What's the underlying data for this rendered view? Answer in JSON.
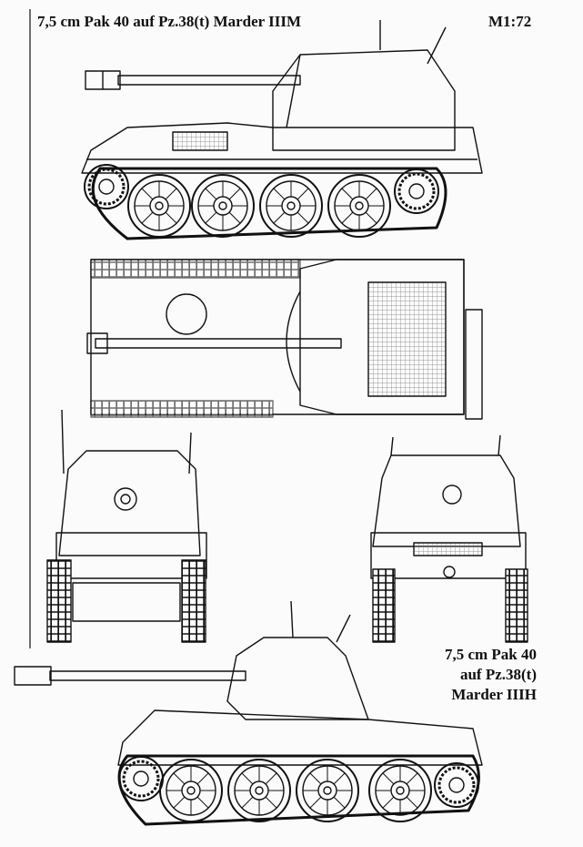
{
  "drawing": {
    "title_m": "7,5 cm Pak 40 auf Pz.38(t) Marder IIIM",
    "scale": "M1:72",
    "title_h": [
      "7,5 cm Pak 40",
      "auf Pz.38(t)",
      "Marder IIIH"
    ]
  },
  "views": [
    {
      "id": "marder-iiim-side-view",
      "label": "side"
    },
    {
      "id": "marder-iiim-top-view",
      "label": "top"
    },
    {
      "id": "marder-iiim-front-view",
      "label": "front"
    },
    {
      "id": "marder-iiim-rear-view",
      "label": "rear"
    },
    {
      "id": "marder-iiih-side-view",
      "label": "side"
    }
  ],
  "colors": {
    "ink": "#111111",
    "paper": "#fbfbfb",
    "mesh": "#777777"
  }
}
